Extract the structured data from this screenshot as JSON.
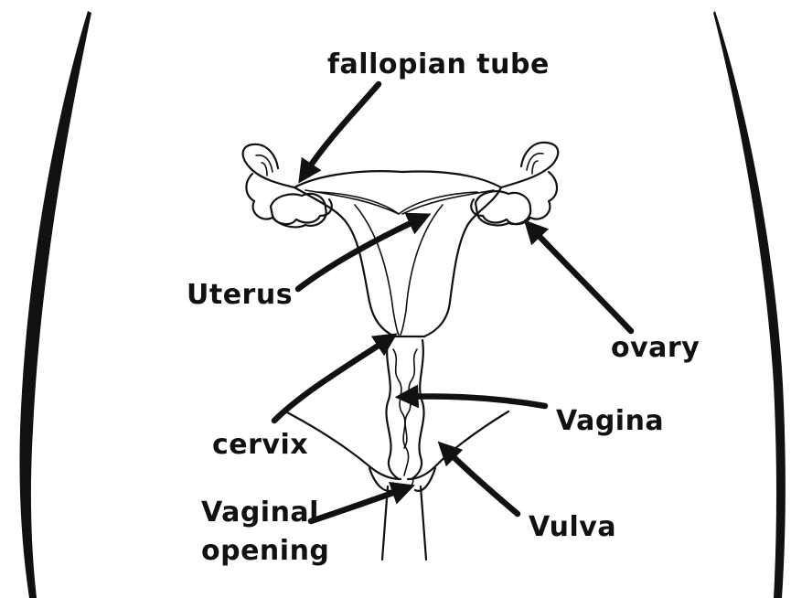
{
  "labels": {
    "fallopian_tube": "fallopian tube",
    "uterus": "Uterus",
    "ovary": "ovary",
    "cervix": "cervix",
    "vagina": "Vagina",
    "vaginal_opening_line1": "Vaginal",
    "vaginal_opening_line2": "opening",
    "vulva": "Vulva"
  },
  "colors": {
    "ink": "#111111",
    "background": "#ffffff"
  }
}
